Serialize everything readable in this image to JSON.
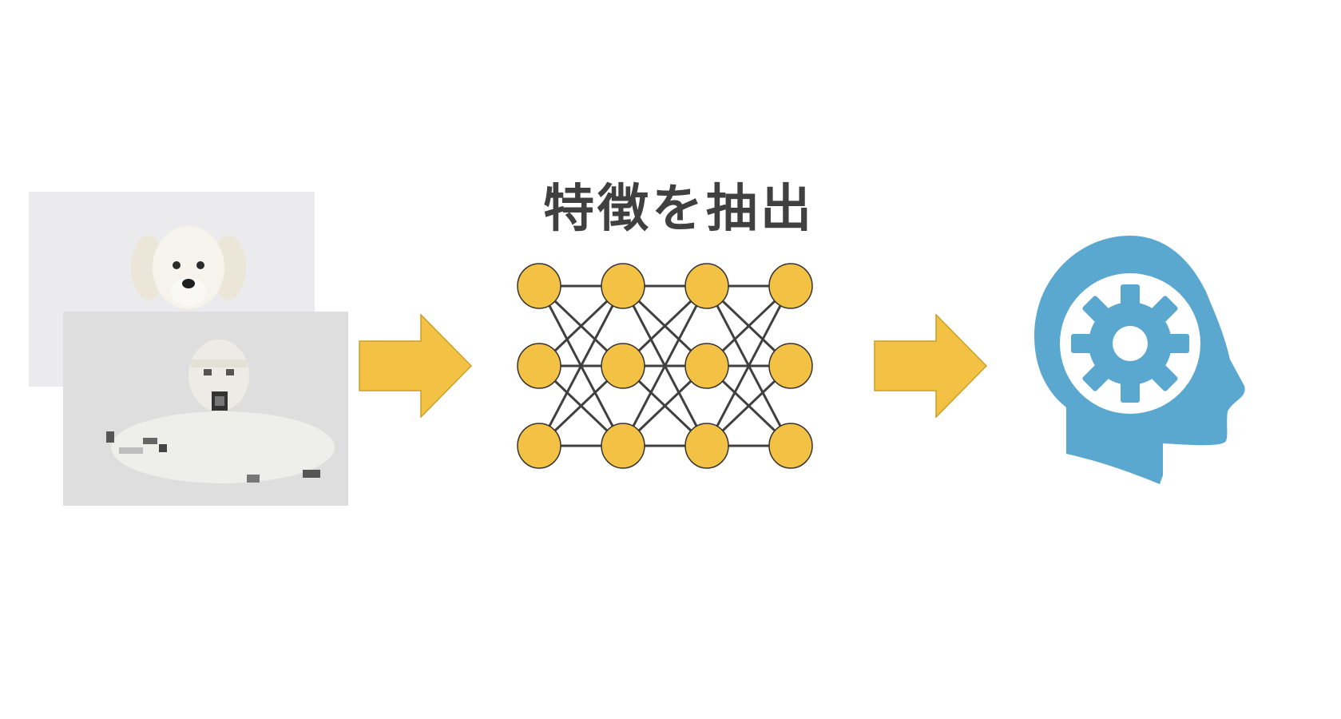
{
  "title": "特徴を抽出",
  "colors": {
    "node": "#F3C244",
    "node_stroke": "#333333",
    "edge": "#404040",
    "arrow": "#F3C244",
    "arrow_stroke": "#C9A026",
    "head": "#5AA7CF"
  },
  "icons": {
    "input_images": "dog-photo-stack",
    "arrows": "right-arrow-icon",
    "model": "neural-network-icon",
    "output": "head-gear-icon"
  },
  "network": {
    "layers": [
      3,
      3,
      3,
      3
    ]
  }
}
